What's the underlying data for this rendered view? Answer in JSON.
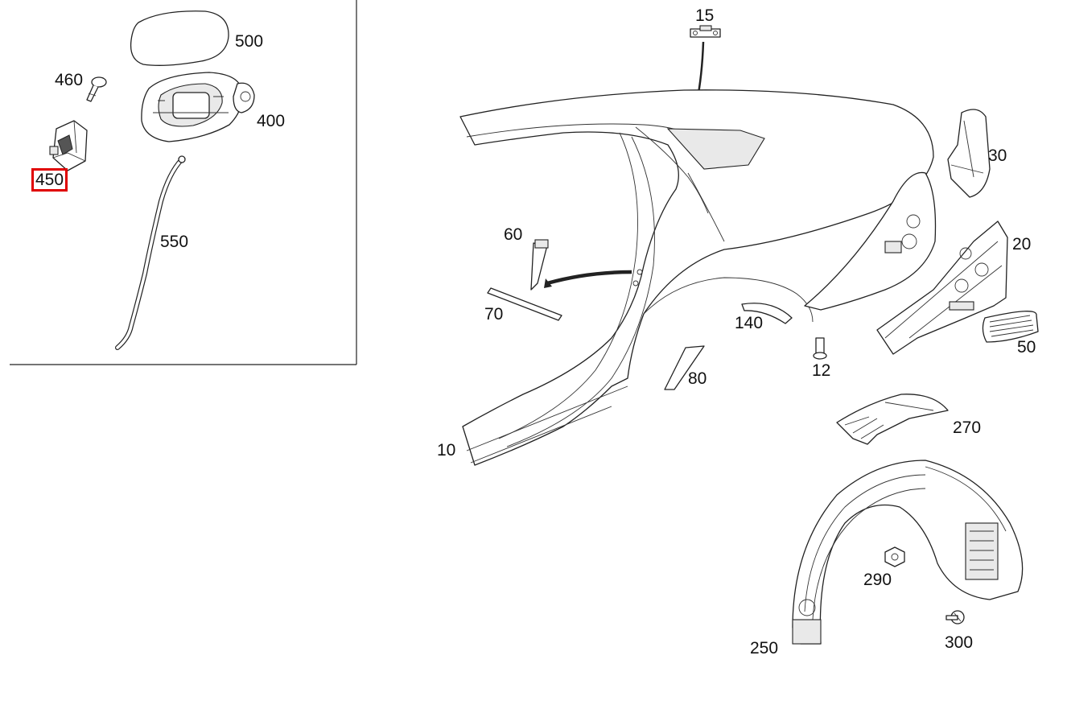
{
  "diagram": {
    "inset_callouts": [
      {
        "id": "c500",
        "label": "500"
      },
      {
        "id": "c460",
        "label": "460"
      },
      {
        "id": "c400",
        "label": "400"
      },
      {
        "id": "c450",
        "label": "450",
        "highlighted": true
      },
      {
        "id": "c550",
        "label": "550"
      }
    ],
    "main_callouts": [
      {
        "id": "c15",
        "label": "15"
      },
      {
        "id": "c30",
        "label": "30"
      },
      {
        "id": "c20",
        "label": "20"
      },
      {
        "id": "c60",
        "label": "60"
      },
      {
        "id": "c70",
        "label": "70"
      },
      {
        "id": "c140",
        "label": "140"
      },
      {
        "id": "c12",
        "label": "12"
      },
      {
        "id": "c50",
        "label": "50"
      },
      {
        "id": "c80",
        "label": "80"
      },
      {
        "id": "c10",
        "label": "10"
      },
      {
        "id": "c270",
        "label": "270"
      },
      {
        "id": "c290",
        "label": "290"
      },
      {
        "id": "c300",
        "label": "300"
      },
      {
        "id": "c250",
        "label": "250"
      }
    ],
    "highlight_color": "#e00000",
    "line_color": "#222222"
  }
}
